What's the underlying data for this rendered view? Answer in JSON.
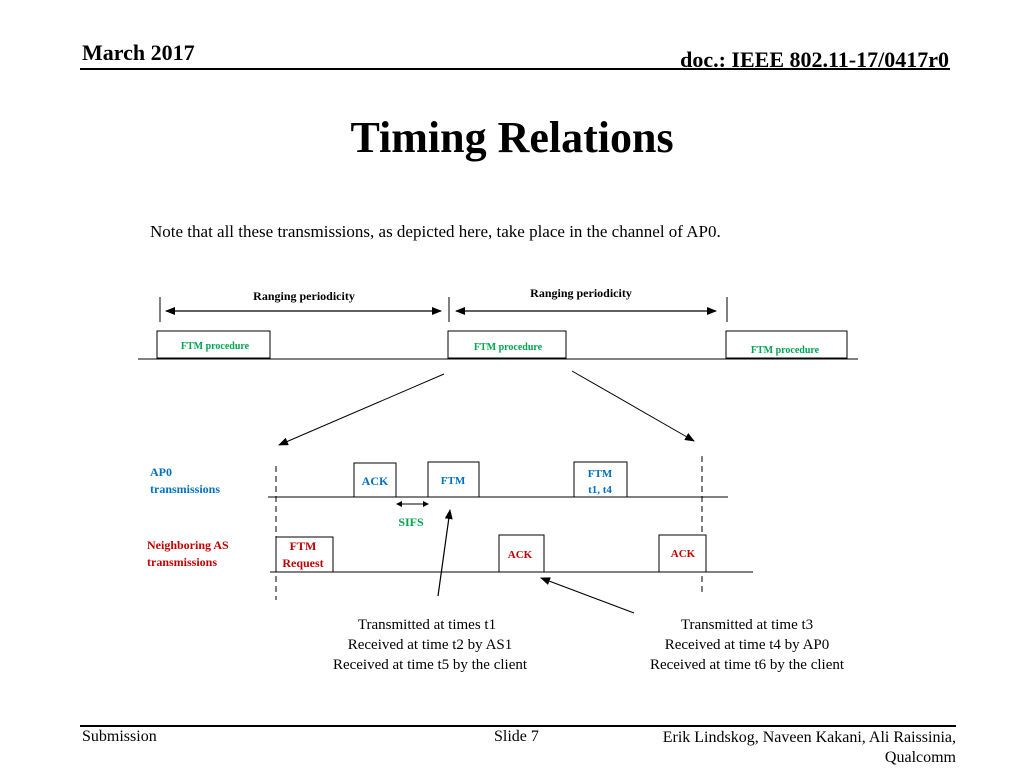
{
  "header": {
    "date": "March 2017",
    "doc": "doc.: IEEE 802.11-17/0417r0"
  },
  "title": "Timing Relations",
  "note": "Note that all these transmissions, as depicted here, take place in the channel of AP0.",
  "diagram": {
    "ranging_label_1": "Ranging periodicity",
    "ranging_label_2": "Ranging periodicity",
    "ftm_procedure_1": "FTM procedure",
    "ftm_procedure_2": "FTM procedure",
    "ftm_procedure_3": "FTM procedure",
    "ap0_label_line1": "AP0",
    "ap0_label_line2": "transmissions",
    "neighbor_label_line1": "Neighboring AS",
    "neighbor_label_line2": "transmissions",
    "ap0_ack": "ACK",
    "ap0_ftm": "FTM",
    "ap0_ftm_t_line1": "FTM",
    "ap0_ftm_t_line2": "t1, t4",
    "sifs": "SIFS",
    "ftm_request_line1": "FTM",
    "ftm_request_line2": "Request",
    "nb_ack_1": "ACK",
    "nb_ack_2": "ACK",
    "caption_left": [
      "Transmitted at times t1",
      "Received at time t2 by AS1",
      "Received at time t5 by the client"
    ],
    "caption_right": [
      "Transmitted at time t3",
      "Received at time t4 by AP0",
      "Received at time t6 by the client"
    ]
  },
  "colors": {
    "green": "#00a651",
    "blue": "#0070c0",
    "red": "#c00000",
    "black": "#000000"
  },
  "footer": {
    "left": "Submission",
    "slide": "Slide 7",
    "authors_line1": "Erik Lindskog, Naveen Kakani, Ali Raissinia,",
    "authors_line2": "Qualcomm"
  }
}
